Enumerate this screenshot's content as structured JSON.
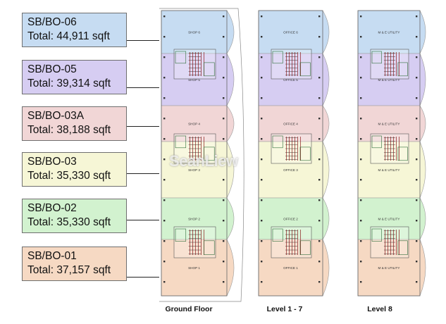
{
  "lots": [
    {
      "code": "SB/BO-06",
      "total": "Total: 44,911 sqft",
      "color": "#c6dcf2"
    },
    {
      "code": "SB/BO-05",
      "total": "Total: 39,314 sqft",
      "color": "#d6cdf2"
    },
    {
      "code": "SB/BO-03A",
      "total": "Total: 38,188 sqft",
      "color": "#f1d6d6"
    },
    {
      "code": "SB/BO-03",
      "total": "Total: 35,330 sqft",
      "color": "#f6f6d6"
    },
    {
      "code": "SB/BO-02",
      "total": "Total: 35,330 sqft",
      "color": "#d2f2cf"
    },
    {
      "code": "SB/BO-01",
      "total": "Total: 37,157 sqft",
      "color": "#f6d9c3"
    }
  ],
  "floor_plans": [
    {
      "label": "Ground Floor",
      "zones": [
        "SHOP 6",
        "SHOP 5",
        "SHOP 4",
        "SHOP 3",
        "SHOP 2",
        "SHOP 1"
      ]
    },
    {
      "label": "Level 1 - 7",
      "zones": [
        "OFFICE 6",
        "OFFICE 5",
        "OFFICE 4",
        "OFFICE 3",
        "OFFICE 2",
        "OFFICE 1"
      ]
    },
    {
      "label": "Level 8",
      "zones": [
        "M & E UTILITY",
        "M & E UTILITY",
        "M & E UTILITY",
        "M & E UTILITY",
        "M & E UTILITY",
        "M & E UTILITY"
      ]
    }
  ],
  "watermark": "SeanLiew"
}
